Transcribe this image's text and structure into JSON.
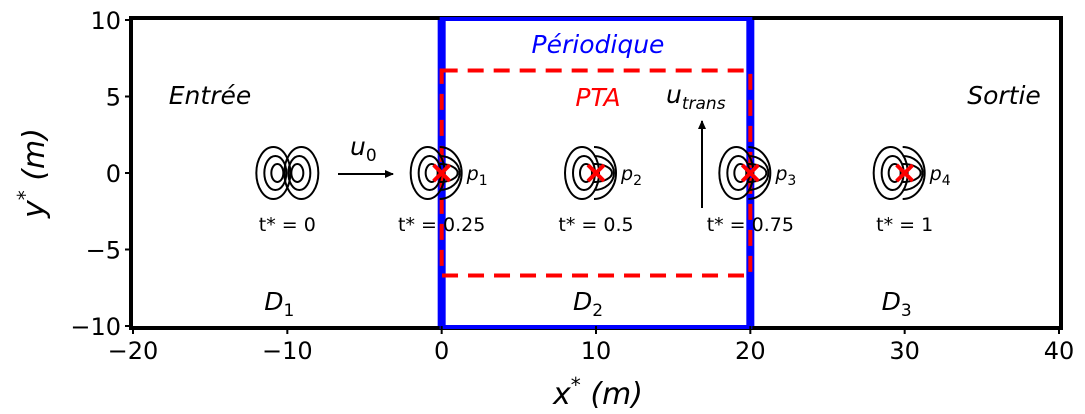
{
  "axes": {
    "xlim": [
      -20,
      40
    ],
    "ylim": [
      -10,
      10
    ],
    "xticks": [
      -20,
      -10,
      0,
      10,
      20,
      30,
      40
    ],
    "yticks": [
      -10,
      -5,
      0,
      5,
      10
    ],
    "xtick_labels": [
      "−20",
      "−10",
      "0",
      "10",
      "20",
      "30",
      "40"
    ],
    "ytick_labels": [
      "−10",
      "−5",
      "0",
      "5",
      "10"
    ],
    "xlabel_main": "x",
    "xlabel_sup": "*",
    "xlabel_unit": "(m)",
    "ylabel_main": "y",
    "ylabel_sup": "*",
    "ylabel_unit": "(m)"
  },
  "regions": {
    "periodic_label": "Périodique",
    "pta_label": "PTA",
    "inlet_label": "Entrée",
    "outlet_label": "Sortie",
    "periodic_color": "#0000ff",
    "pta_color": "#ff0000",
    "periodic_x": [
      0,
      20
    ],
    "pta_y": [
      -6.7,
      6.7
    ]
  },
  "domains": [
    {
      "label": "D",
      "sub": "1",
      "x": -10
    },
    {
      "label": "D",
      "sub": "2",
      "x": 10
    },
    {
      "label": "D",
      "sub": "3",
      "x": 30
    }
  ],
  "velocities": {
    "u0_main": "u",
    "u0_sub": "0",
    "utrans_main": "u",
    "utrans_sub": "trans"
  },
  "vortices": [
    {
      "x": -10,
      "time_label": "t* = 0",
      "point": null
    },
    {
      "x": 0,
      "time_label": "t* = 0.25",
      "point": {
        "main": "p",
        "sub": "1"
      }
    },
    {
      "x": 10,
      "time_label": "t* = 0.5",
      "point": {
        "main": "p",
        "sub": "2"
      }
    },
    {
      "x": 20,
      "time_label": "t* = 0.75",
      "point": {
        "main": "p",
        "sub": "3"
      }
    },
    {
      "x": 30,
      "time_label": "t* = 1",
      "point": {
        "main": "p",
        "sub": "4"
      }
    }
  ]
}
